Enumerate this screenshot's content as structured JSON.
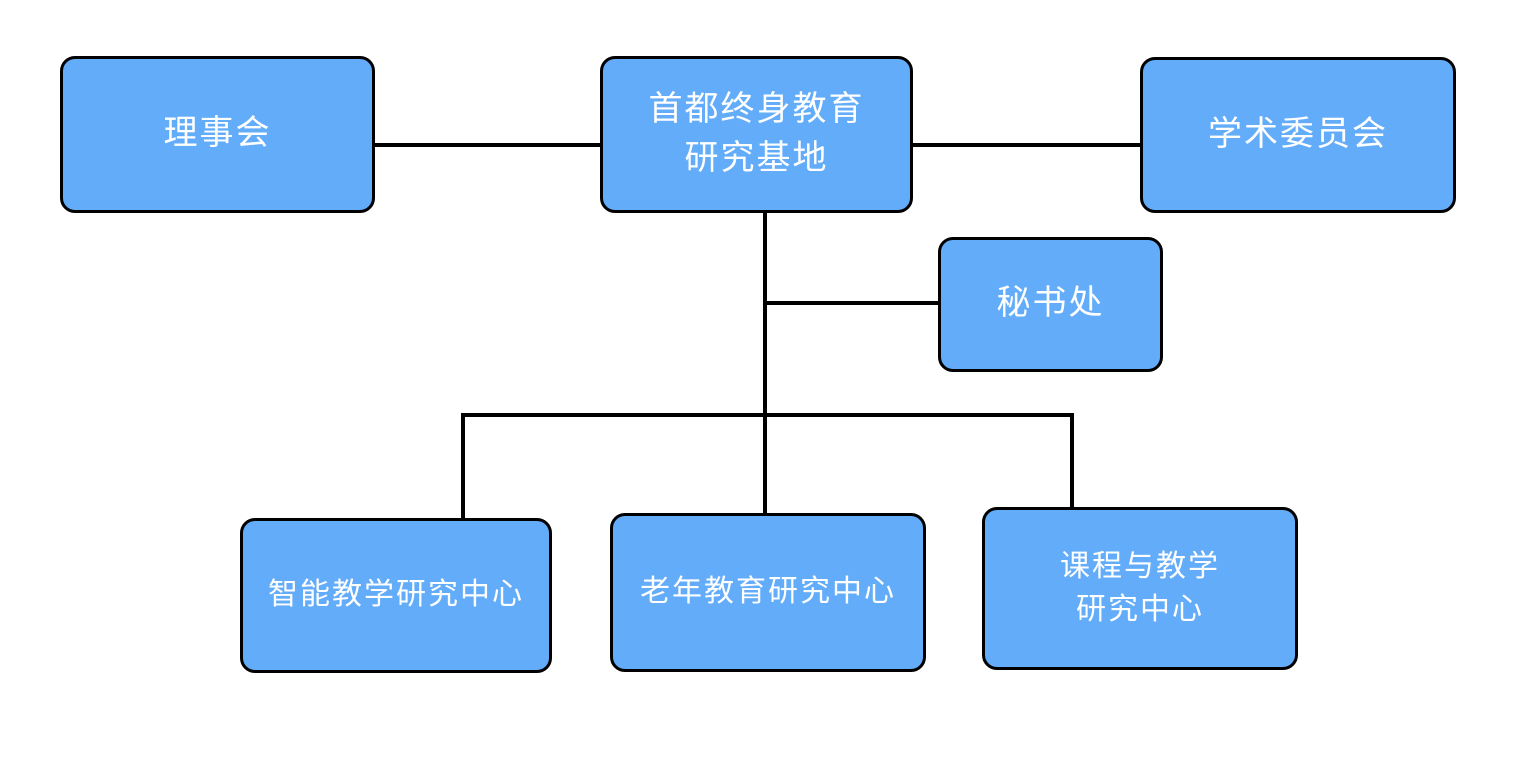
{
  "diagram": {
    "type": "org-chart",
    "nodes": {
      "root": {
        "label": "首都终身教育\n研究基地"
      },
      "council": {
        "label": "理事会"
      },
      "academic_committee": {
        "label": "学术委员会"
      },
      "secretariat": {
        "label": "秘书处"
      },
      "smart_teaching_center": {
        "label": "智能教学研究中心"
      },
      "elder_education_center": {
        "label": "老年教育研究中心"
      },
      "curriculum_center": {
        "label": "课程与教学\n研究中心"
      }
    },
    "edges": [
      {
        "from": "root",
        "to": "council"
      },
      {
        "from": "root",
        "to": "academic_committee"
      },
      {
        "from": "root",
        "to": "secretariat"
      },
      {
        "from": "root",
        "to": "smart_teaching_center"
      },
      {
        "from": "root",
        "to": "elder_education_center"
      },
      {
        "from": "root",
        "to": "curriculum_center"
      }
    ]
  },
  "colors": {
    "node_fill": "#63acfa",
    "node_border": "#000000",
    "node_text": "#ffffff",
    "connector": "#000000",
    "background": "#ffffff"
  }
}
